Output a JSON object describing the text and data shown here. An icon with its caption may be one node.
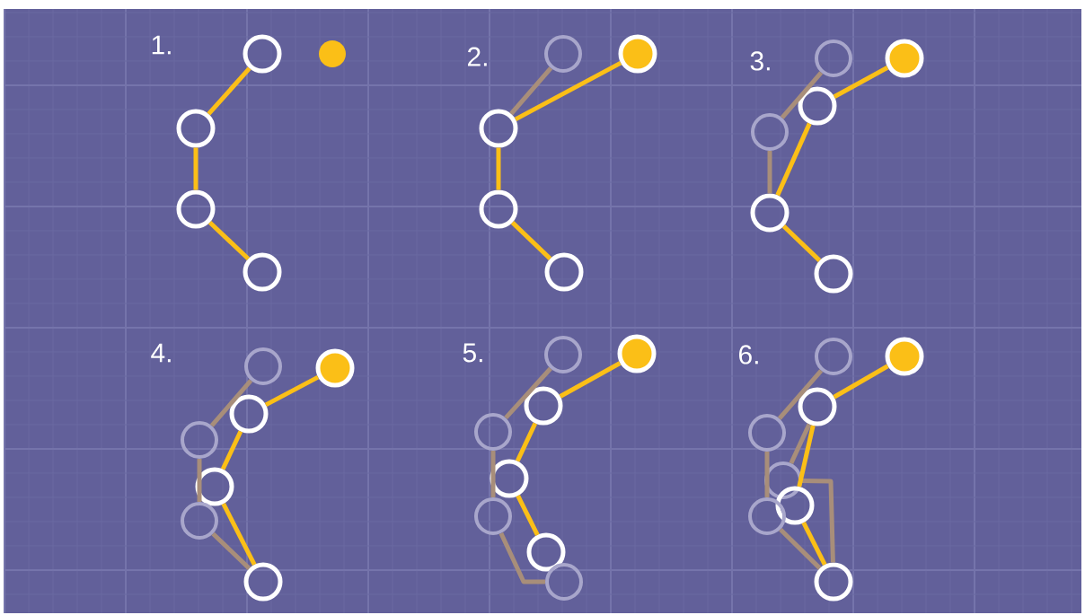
{
  "diagram": {
    "nodes": [
      {
        "text": [],
        "shape": "circle"
      },
      {
        "text": [],
        "shape": "dot"
      },
      {
        "text": [],
        "shape": "circle"
      },
      {
        "text": [],
        "shape": "circle"
      },
      {
        "text": [],
        "shape": "circle"
      },
      {
        "text": [],
        "shape": "faded-circle"
      },
      {
        "text": [],
        "shape": "filled-circle"
      },
      {
        "text": [],
        "shape": "circle"
      },
      {
        "text": [],
        "shape": "circle"
      },
      {
        "text": [],
        "shape": "circle"
      },
      {
        "text": [],
        "shape": "faded-circle"
      },
      {
        "text": [],
        "shape": "filled-circle"
      },
      {
        "text": [],
        "shape": "circle"
      },
      {
        "text": [],
        "shape": "faded-circle"
      },
      {
        "text": [],
        "shape": "circle"
      },
      {
        "text": [],
        "shape": "circle"
      },
      {
        "text": [],
        "shape": "faded-circle"
      },
      {
        "text": [],
        "shape": "filled-circle"
      },
      {
        "text": [],
        "shape": "circle"
      },
      {
        "text": [],
        "shape": "faded-circle"
      },
      {
        "text": [],
        "shape": "circle"
      },
      {
        "text": [],
        "shape": "faded-circle"
      },
      {
        "text": [],
        "shape": "circle"
      },
      {
        "text": [],
        "shape": "faded-circle"
      },
      {
        "text": [],
        "shape": "filled-circle"
      },
      {
        "text": [],
        "shape": "circle"
      },
      {
        "text": [],
        "shape": "faded-circle"
      },
      {
        "text": [],
        "shape": "circle"
      },
      {
        "text": [],
        "shape": "faded-circle"
      },
      {
        "text": [],
        "shape": "circle"
      },
      {
        "text": [],
        "shape": "faded-circle"
      },
      {
        "text": [],
        "shape": "faded-circle"
      },
      {
        "text": [],
        "shape": "filled-circle"
      },
      {
        "text": [],
        "shape": "circle"
      },
      {
        "text": [],
        "shape": "faded-circle"
      },
      {
        "text": [],
        "shape": "faded-circle"
      },
      {
        "text": [],
        "shape": "circle"
      },
      {
        "text": [],
        "shape": "faded-circle"
      },
      {
        "text": [],
        "shape": "circle"
      }
    ],
    "edges": [
      {
        "from": 0,
        "to": 2,
        "arrow": "none"
      },
      {
        "from": 2,
        "to": 3,
        "arrow": "none"
      },
      {
        "from": 3,
        "to": 4,
        "arrow": "none"
      },
      {
        "from": 7,
        "to": 5,
        "arrow": "none",
        "color": "#a88e7a"
      },
      {
        "from": 6,
        "to": 7,
        "arrow": "none"
      },
      {
        "from": 7,
        "to": 8,
        "arrow": "none"
      },
      {
        "from": 8,
        "to": 9,
        "arrow": "none"
      },
      {
        "from": 10,
        "to": 13,
        "arrow": "none",
        "color": "#a88e7a"
      },
      {
        "from": 13,
        "to": 14,
        "arrow": "none",
        "color": "#a88e7a"
      },
      {
        "from": 11,
        "to": 12,
        "arrow": "none"
      },
      {
        "from": 12,
        "to": 14,
        "arrow": "none"
      },
      {
        "from": 14,
        "to": 15,
        "arrow": "none"
      },
      {
        "from": 16,
        "to": 19,
        "arrow": "none",
        "color": "#a88e7a"
      },
      {
        "from": 19,
        "to": 21,
        "arrow": "none",
        "color": "#a88e7a"
      },
      {
        "from": 21,
        "to": 22,
        "arrow": "none",
        "color": "#a88e7a"
      },
      {
        "from": 17,
        "to": 18,
        "arrow": "none"
      },
      {
        "from": 18,
        "to": 20,
        "arrow": "none"
      },
      {
        "from": 20,
        "to": 22,
        "arrow": "none"
      },
      {
        "from": 23,
        "to": 26,
        "arrow": "none",
        "color": "#a88e7a"
      },
      {
        "from": 26,
        "to": 28,
        "arrow": "none",
        "color": "#a88e7a"
      },
      {
        "from": 28,
        "to": 30,
        "arrow": "none",
        "color": "#a88e7a"
      },
      {
        "from": 24,
        "to": 25,
        "arrow": "none"
      },
      {
        "from": 25,
        "to": 27,
        "arrow": "none"
      },
      {
        "from": 27,
        "to": 29,
        "arrow": "none"
      },
      {
        "from": 31,
        "to": 34,
        "arrow": "none",
        "color": "#a88e7a"
      },
      {
        "from": 34,
        "to": 37,
        "arrow": "none",
        "color": "#a88e7a"
      },
      {
        "from": 37,
        "to": 38,
        "arrow": "none",
        "color": "#a88e7a"
      },
      {
        "from": 33,
        "to": 35,
        "arrow": "none",
        "color": "#a88e7a"
      },
      {
        "from": 35,
        "to": 38,
        "arrow": "none",
        "color": "#a88e7a"
      },
      {
        "from": 32,
        "to": 33,
        "arrow": "none"
      },
      {
        "from": 33,
        "to": 36,
        "arrow": "none"
      },
      {
        "from": 36,
        "to": 38,
        "arrow": "none"
      }
    ],
    "labels": [
      "1.",
      "2.",
      "3.",
      "4.",
      "5.",
      "6."
    ]
  }
}
